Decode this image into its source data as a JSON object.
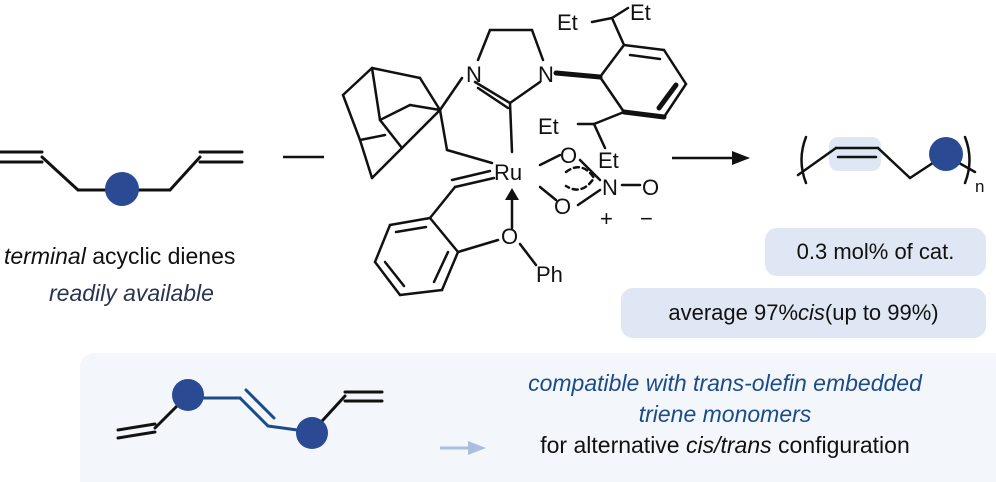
{
  "reactant": {
    "line1_italic": "terminal",
    "line1_rest": " acyclic dienes",
    "line2": "readily available"
  },
  "catalyst": {
    "atoms": {
      "ru": "Ru",
      "n1": "N",
      "n2": "N",
      "n3": "N",
      "o1": "O",
      "o2": "O",
      "o3": "O",
      "o4": "O",
      "et1": "Et",
      "et2": "Et",
      "et3": "Et",
      "et4": "Et",
      "ph": "Ph",
      "plus": "+",
      "minus": "−"
    }
  },
  "product": {
    "repeat_n": "n"
  },
  "conditions": {
    "loading": "0.3 mol% of cat.",
    "selectivity_prefix": "average 97% ",
    "selectivity_italic": "cis",
    "selectivity_suffix": " (up to 99%)"
  },
  "bottom": {
    "line1": "compatible with trans-olefin embedded",
    "line2": "triene monomers",
    "line3_prefix": "for alternative ",
    "line3_italic": "cis/trans",
    "line3_suffix": " configuration"
  },
  "colors": {
    "monomer_dot": "#2b4a94",
    "highlight": "#dfe7f4",
    "panel": "#f3f6fb",
    "accent_text": "#1c4b8a",
    "arrow_light": "#a9bfdf"
  }
}
